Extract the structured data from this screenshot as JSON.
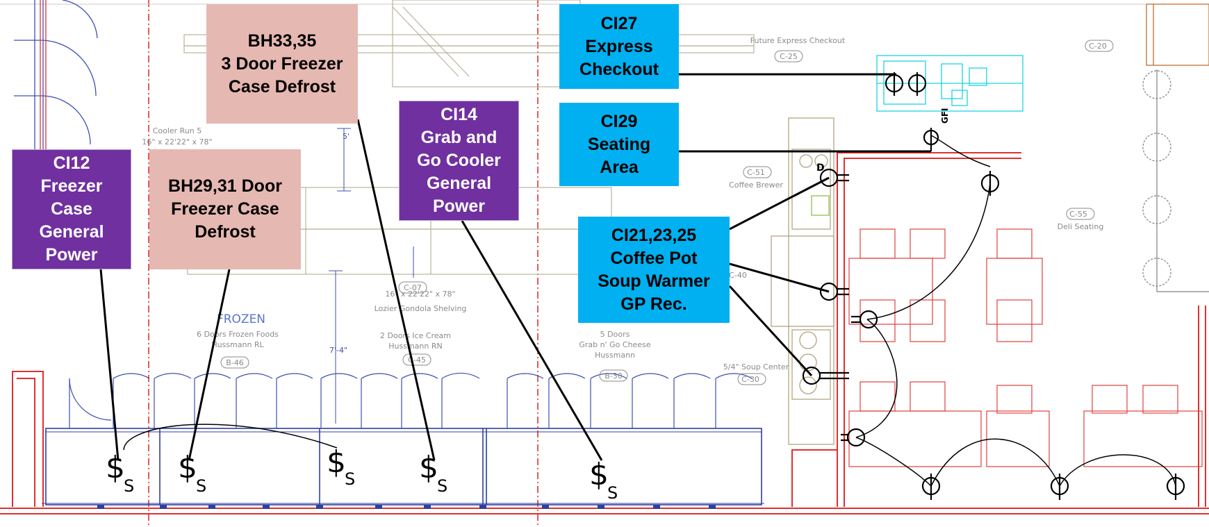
{
  "callouts": {
    "ci12": "CI12\nFreezer\nCase\nGeneral\nPower",
    "bh29": "BH29,31 Door\nFreezer Case\nDefrost",
    "bh33": "BH33,35\n3 Door Freezer\nCase Defrost",
    "ci14": "CI14\nGrab and\nGo Cooler\nGeneral\nPower",
    "ci27": "CI27\nExpress\nCheckout",
    "ci29": "CI29\nSeating\nArea",
    "ci21": "CI21,23,25\nCoffee Pot\nSoup Warmer\nGP Rec."
  },
  "plan_text": {
    "frozen": "FROZEN",
    "frozen_sub": "6 Doors Frozen Foods",
    "frozen_sub2": "Hussmann RL",
    "frozen_tag": "B-46",
    "icecream": "2 Doors Ice Cream",
    "icecream_sub": "Hussmann RN",
    "icecream_tag": "C-45",
    "grabgo": "5 Doors",
    "grabgo_sub": "Grab n' Go Cheese",
    "grabgo_sub2": "Hussmann",
    "grabgo_tag": "B-30",
    "cooler_run": "Cooler Run 5",
    "cooler_dims": "16\" x 22'22\" x 78\"",
    "gondola": "16\" x 22'22\" x 78\"",
    "gondola_sub": "Lozier Gondola Shelving",
    "gondola_tag": "C-07",
    "dim_5": "5'",
    "dim_7": "7'-4\"",
    "future_express": "Future Express Checkout",
    "express_tag": "C-25",
    "top_right_tag": "C-20",
    "coffee_tag": "C-51",
    "coffee_brewer": "Coffee Brewer",
    "deli_tag": "C-55",
    "deli_seating": "Deli Seating",
    "soup_center": "5/4\" Soup Center",
    "soup_tag": "C-30",
    "side_tag": "C-40",
    "gfi": "GFI",
    "d": "D",
    "switch_s": "S"
  },
  "colors": {
    "purple": "#7030a0",
    "pink": "#e6b8b2",
    "blue": "#00b0f0",
    "wall_red": "#e03030",
    "case_blue": "#2f3f9f",
    "cyan": "#19d4e0",
    "tan": "#b0a480"
  }
}
